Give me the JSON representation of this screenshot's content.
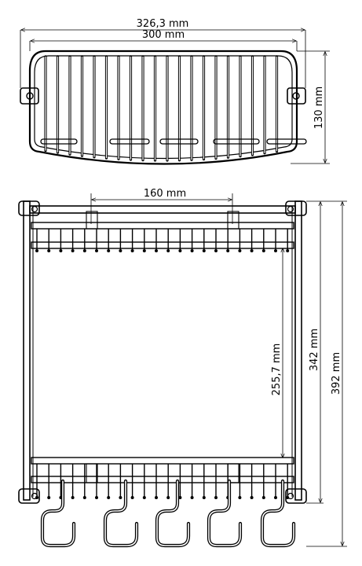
{
  "top_view": {
    "overall_width": "326,3 mm",
    "basket_width": "300 mm",
    "depth": "130 mm"
  },
  "front_view": {
    "hook_rail_width": "160 mm",
    "shelf_spacing": "255,7 mm",
    "body_height": "342 mm",
    "overall_height": "392 mm"
  },
  "colors": {
    "line": "#000000",
    "background": "#ffffff"
  }
}
